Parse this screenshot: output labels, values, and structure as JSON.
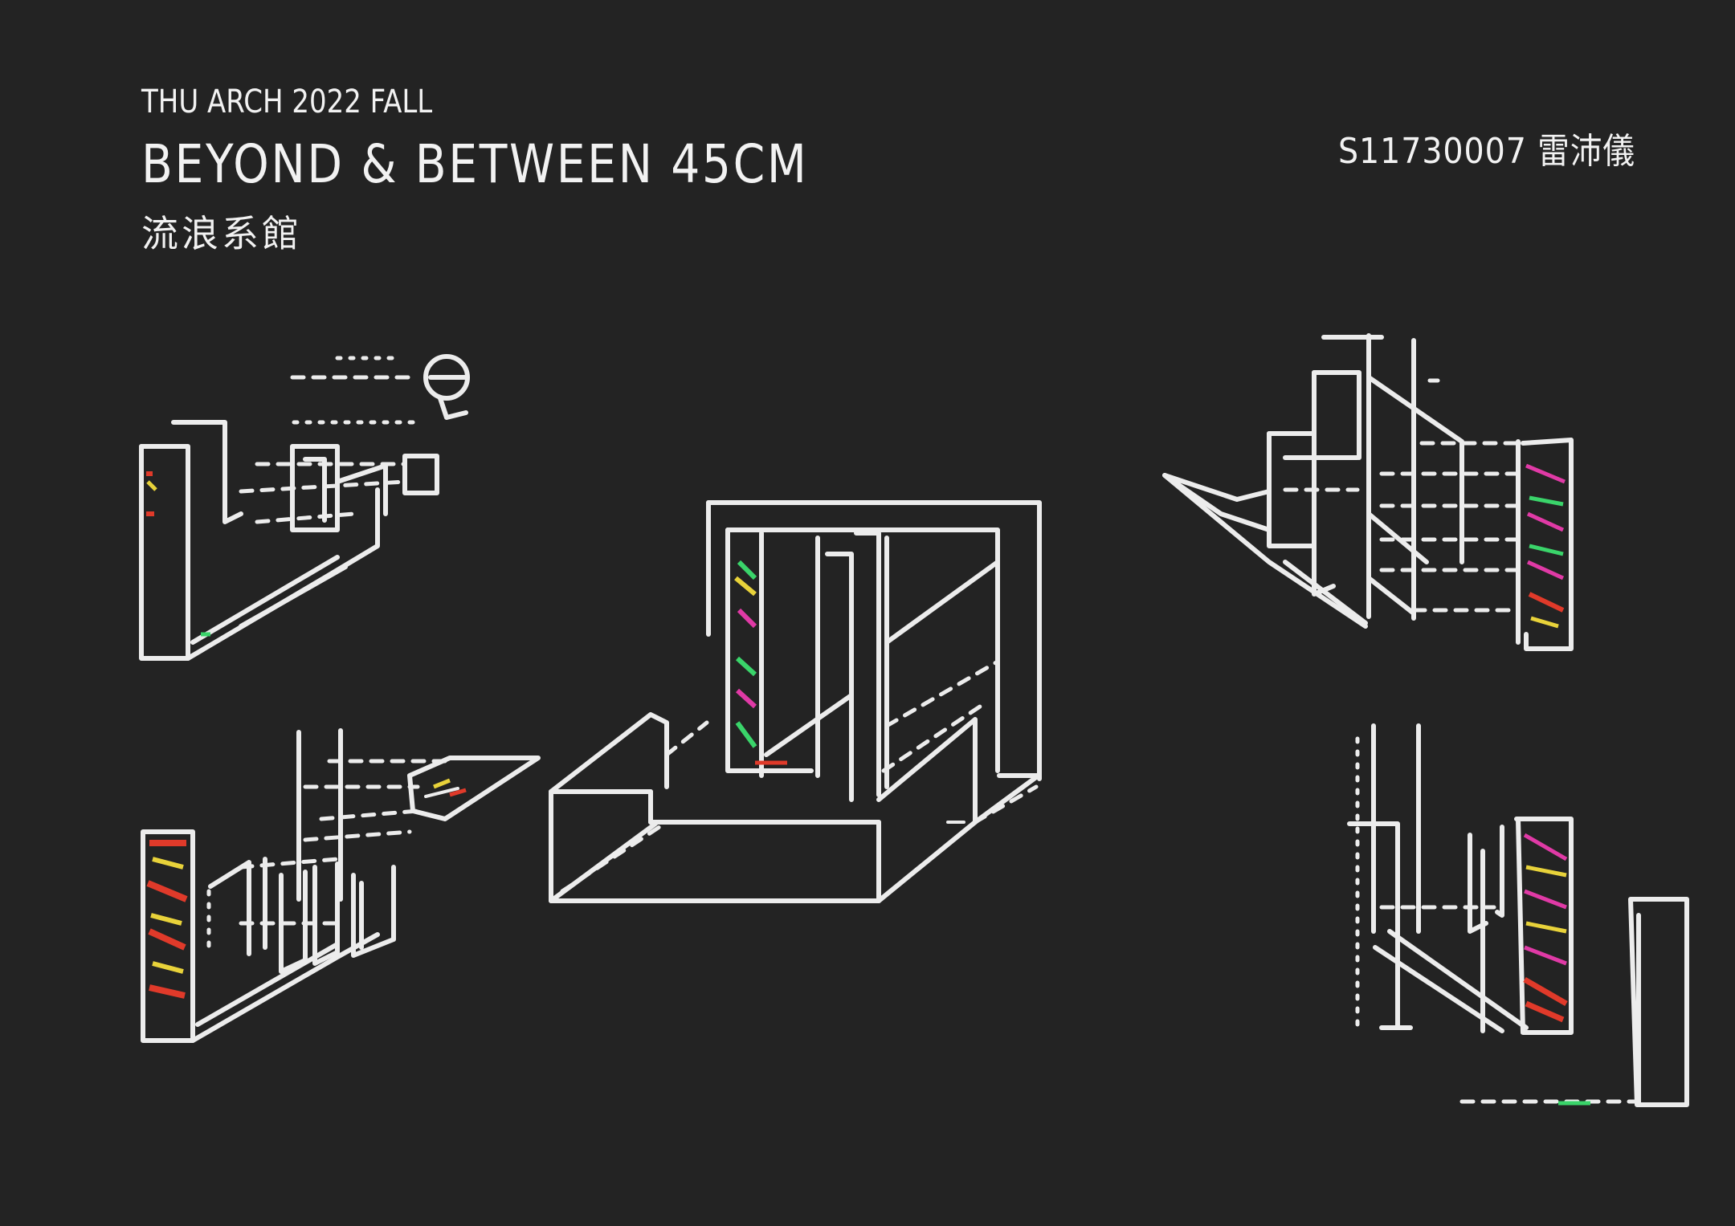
{
  "header": {
    "course": "THU ARCH 2022 FALL",
    "title": "BEYOND & BETWEEN 45CM",
    "subtitle": "流浪系館",
    "author": "S11730007  雷沛儀"
  },
  "colors": {
    "background": "#232323",
    "line": "#ececec",
    "accent_red": "#e03a2a",
    "accent_yellow": "#e8d23a",
    "accent_green": "#3ad46a",
    "accent_magenta": "#e03aa6"
  },
  "drawings": [
    {
      "name": "axonometric-top-left"
    },
    {
      "name": "axonometric-bottom-left"
    },
    {
      "name": "axonometric-center"
    },
    {
      "name": "axonometric-top-right"
    },
    {
      "name": "axonometric-bottom-right"
    }
  ]
}
